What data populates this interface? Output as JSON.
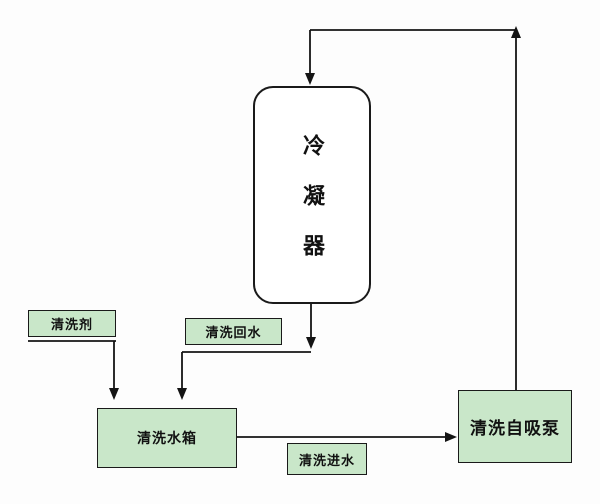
{
  "nodes": {
    "condenser": {
      "label": "冷凝器"
    },
    "cleaning_agent": {
      "label": "清洗剂"
    },
    "cleaning_return_water": {
      "label": "清洗回水"
    },
    "cleaning_water_tank": {
      "label": "清洗水箱"
    },
    "cleaning_inlet_water": {
      "label": "清洗进水"
    },
    "cleaning_self_priming_pump": {
      "label": "清洗自吸泵"
    }
  },
  "colors": {
    "node-fill": "#c9e7c9",
    "node-border": "#1a1a1a",
    "line-color": "#141414",
    "canvas-bg": "#fdfdfd"
  }
}
